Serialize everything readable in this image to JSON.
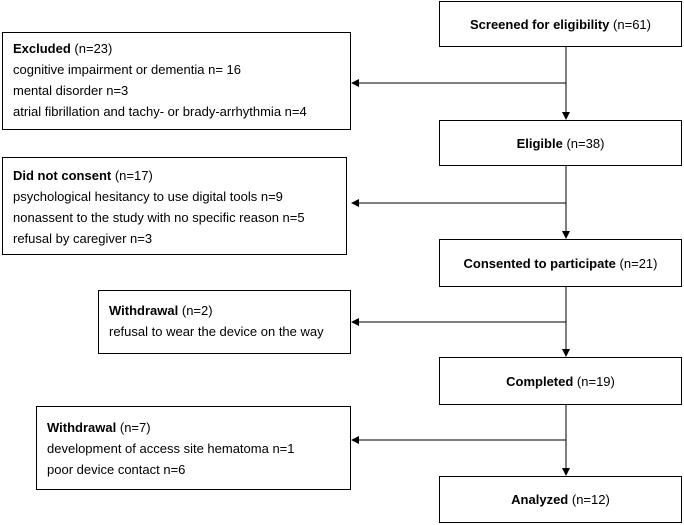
{
  "main_steps": [
    {
      "label": "Screened for eligibility",
      "count": "(n=61)"
    },
    {
      "label": "Eligible",
      "count": "(n=38)"
    },
    {
      "label": "Consented to participate",
      "count": "(n=21)"
    },
    {
      "label": "Completed",
      "count": "(n=19)"
    },
    {
      "label": "Analyzed",
      "count": "(n=12)"
    }
  ],
  "exclusions": [
    {
      "title": "Excluded",
      "count": "(n=23)",
      "reasons": [
        "cognitive impairment or dementia n= 16",
        "mental disorder n=3",
        "atrial fibrillation and tachy- or brady-arrhythmia n=4"
      ]
    },
    {
      "title": "Did not consent",
      "count": "(n=17)",
      "reasons": [
        "psychological hesitancy to use digital tools n=9",
        "nonassent to the study with no specific reason n=5",
        "refusal by caregiver n=3"
      ]
    },
    {
      "title": "Withdrawal",
      "count": "(n=2)",
      "reasons": [
        "refusal to wear the device on the way"
      ]
    },
    {
      "title": "Withdrawal",
      "count": "(n=7)",
      "reasons": [
        "development of access site hematoma n=1",
        "poor device contact n=6"
      ]
    }
  ]
}
